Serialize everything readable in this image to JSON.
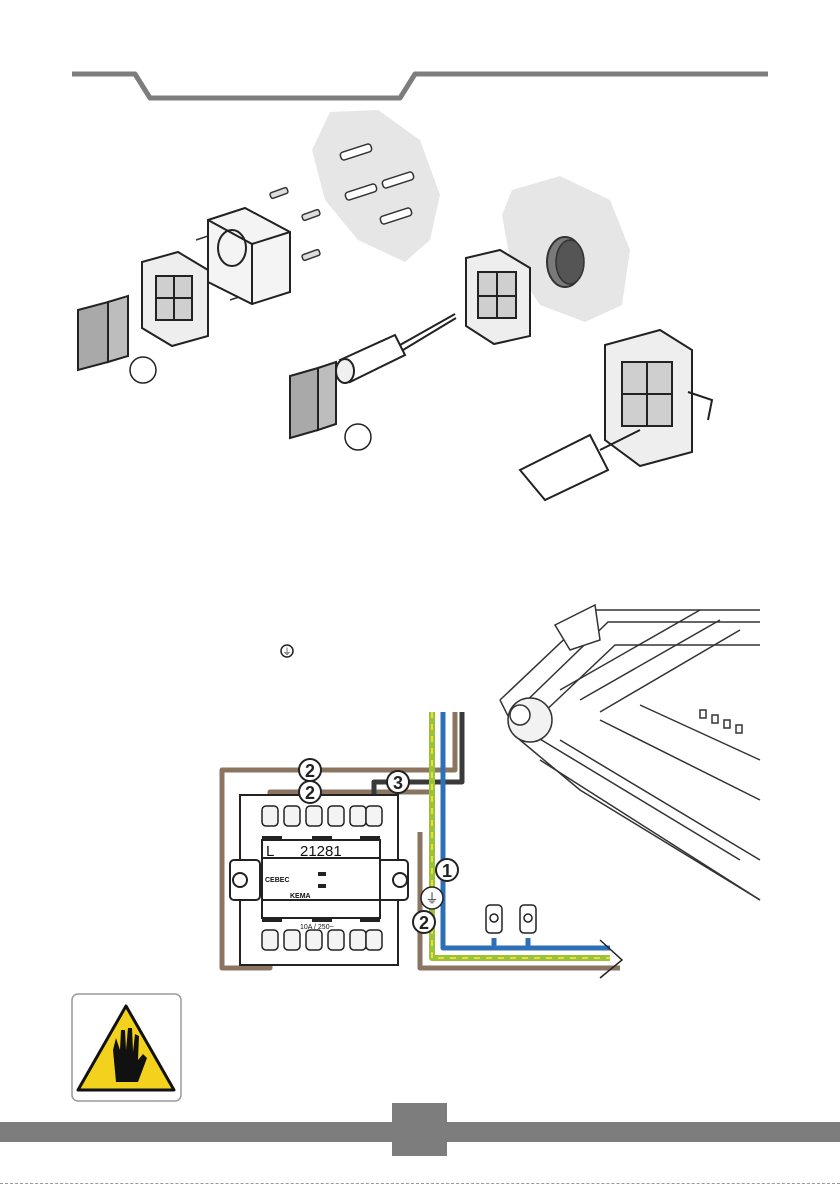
{
  "installation": {
    "step_circles": [
      "",
      ""
    ]
  },
  "wiring": {
    "switch_model": "21281",
    "terminal_line": "L",
    "brand_label": "CEBEC",
    "cert_mark": "KEMA",
    "rating": "10A / 250~",
    "callout_1": "1",
    "callout_2": "2",
    "callout_3": "3",
    "earth_symbol": "⏚"
  },
  "colors": {
    "brown_wire": "#8b7460",
    "blue_wire": "#2f6fb8",
    "earth_green": "#9cc23a",
    "earth_yellow": "#e7e03a",
    "black_wire": "#3a3a3a",
    "warning_yellow": "#f2d21c",
    "header_gray": "#7d7d7d"
  },
  "warning": {
    "icon": "hand-stop-icon"
  }
}
